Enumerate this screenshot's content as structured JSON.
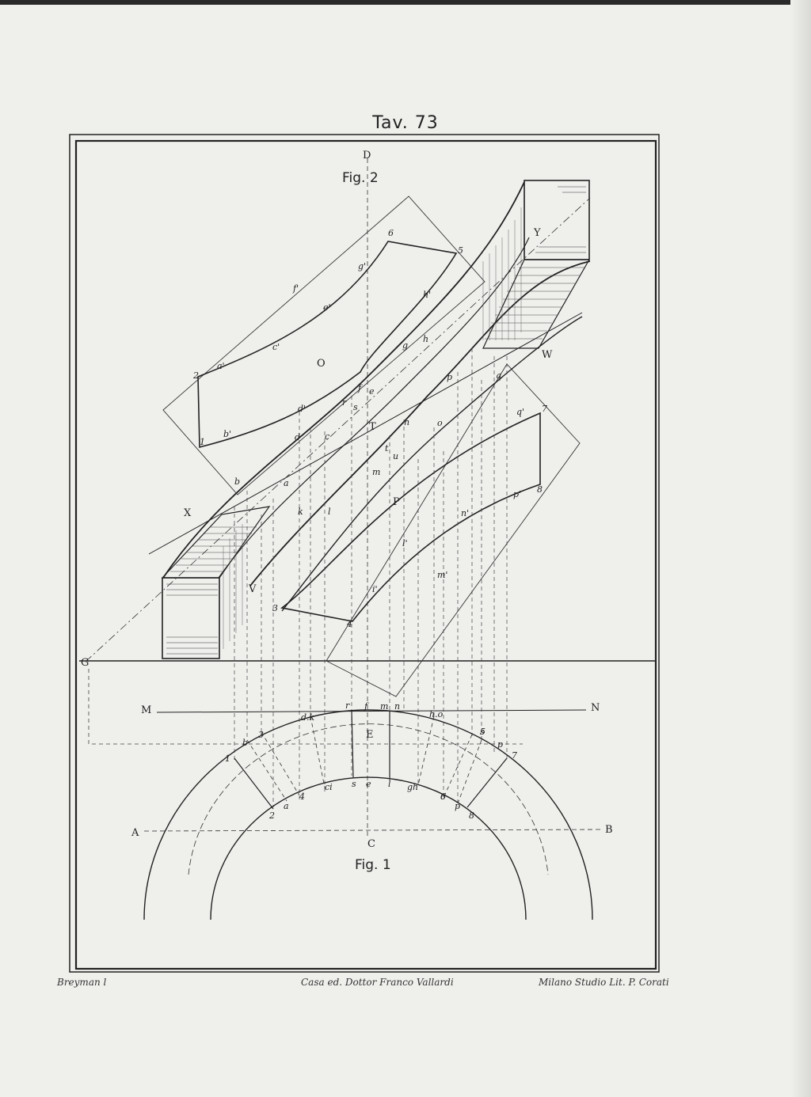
{
  "plate": {
    "title": "Tav. 73",
    "fig2_label": "Fig. 2",
    "fig1_label": "Fig. 1"
  },
  "labels": {
    "D": "D",
    "O": "O",
    "T": "T",
    "P": "P",
    "X": "X",
    "V": "V",
    "Y": "Y",
    "W": "W",
    "G": "G",
    "M": "M",
    "N": "N",
    "E": "E",
    "A": "A",
    "B": "B",
    "C": "C"
  },
  "fig2_points": [
    "a'",
    "b'",
    "c'",
    "d'",
    "e'",
    "f'",
    "g'",
    "h'",
    "q'",
    "p'",
    "n'",
    "m'",
    "l'",
    "i'",
    "k",
    "l",
    "m",
    "n",
    "o",
    "p",
    "q",
    "r",
    "s",
    "t",
    "u",
    "a",
    "b",
    "c",
    "d",
    "e",
    "f",
    "g",
    "h",
    "1",
    "2",
    "3",
    "4",
    "5",
    "6",
    "7",
    "8"
  ],
  "fig1_points": [
    "1",
    "2",
    "3",
    "4",
    "5",
    "6",
    "7",
    "8",
    "b",
    "a",
    "d.k",
    "r",
    "f",
    "m",
    "n",
    "h.o",
    "s",
    "p",
    "ci",
    "s",
    "e",
    "l",
    "gh",
    "o",
    "p"
  ],
  "footer": {
    "left": "Breyman l",
    "center": "Casa ed. Dottor Franco Vallardi",
    "right": "Milano Studio Lit. P. Corati"
  }
}
